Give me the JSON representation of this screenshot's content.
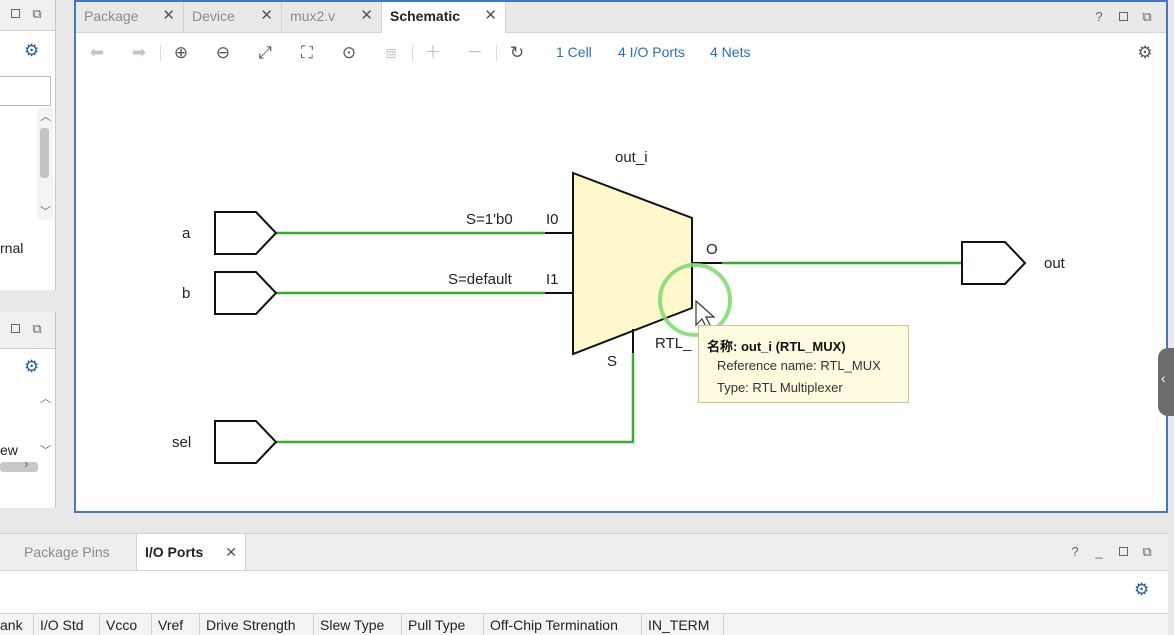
{
  "left_panel_top": {
    "partial_label": "rnal"
  },
  "left_panel_mid": {
    "partial_label": "ew"
  },
  "tabs": [
    {
      "label": "Package"
    },
    {
      "label": "Device"
    },
    {
      "label": "mux2.v"
    },
    {
      "label": "Schematic",
      "active": true
    }
  ],
  "toolbar": {
    "cells": "1 Cell",
    "io_ports": "4 I/O Ports",
    "nets": "4 Nets"
  },
  "schematic": {
    "inputs": [
      "a",
      "b",
      "sel"
    ],
    "output": "out",
    "mux": {
      "instance": "out_i",
      "pin_i0": "I0",
      "pin_i1": "I1",
      "pin_o": "O",
      "pin_s": "S",
      "cond_i0": "S=1'b0",
      "cond_i1": "S=default",
      "type_label_partial": "RTL_"
    },
    "wire_color": "#3aaa35",
    "mux_fill": "#fff8cc"
  },
  "tooltip": {
    "title": "名称: out_i (RTL_MUX)",
    "ref": "Reference name: RTL_MUX",
    "type": "Type: RTL Multiplexer"
  },
  "bottom": {
    "tabs": [
      {
        "label": "Package Pins"
      },
      {
        "label": "I/O Ports",
        "active": true
      }
    ],
    "columns": [
      "ank",
      "I/O Std",
      "Vcco",
      "Vref",
      "Drive Strength",
      "Slew Type",
      "Pull Type",
      "Off-Chip Termination",
      "IN_TERM"
    ]
  },
  "colors": {
    "accent": "#2b6cb5",
    "active_border": "#4a76c0"
  }
}
